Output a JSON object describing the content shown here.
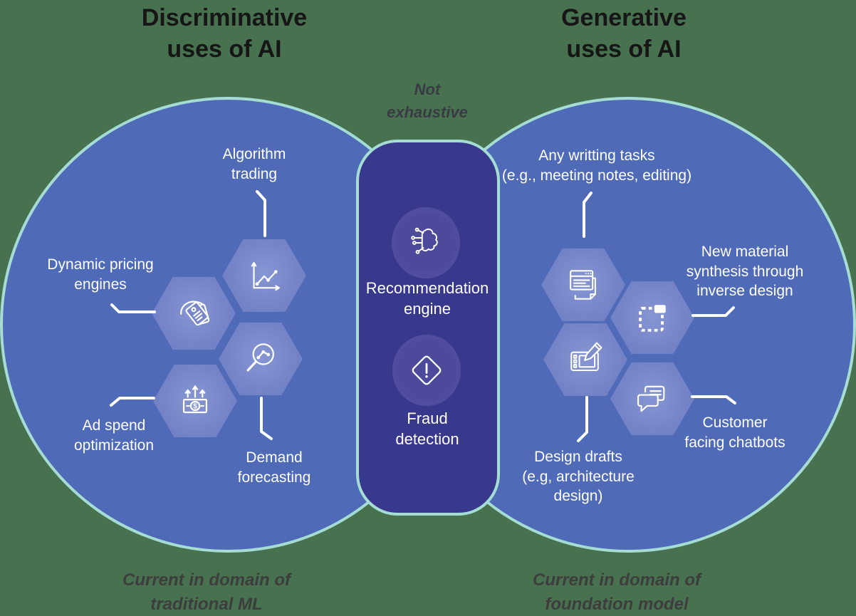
{
  "venn": {
    "left": {
      "title": "Discriminative\nuses of AI",
      "caption": "Current in domain of\ntraditional ML",
      "items": [
        {
          "label": "Algorithm\ntrading",
          "icon": "line-chart-icon"
        },
        {
          "label": "Dynamic pricing\nengines",
          "icon": "price-tags-icon"
        },
        {
          "label": "Ad spend\noptimization",
          "icon": "money-growth-icon"
        },
        {
          "label": "Demand\nforecasting",
          "icon": "trend-magnifier-icon"
        }
      ]
    },
    "right": {
      "title": "Generative\nuses of AI",
      "caption": "Current in domain of\nfoundation model",
      "items": [
        {
          "label": "Any writting tasks\n(e.g., meeting notes, editing)",
          "icon": "documents-icon"
        },
        {
          "label": "New material\nsynthesis through\ninverse design",
          "icon": "inverse-design-icon"
        },
        {
          "label": "Design drafts\n(e.g, architecture\ndesign)",
          "icon": "drawing-tablet-icon"
        },
        {
          "label": "Customer\nfacing chatbots",
          "icon": "chat-bubbles-icon"
        }
      ]
    },
    "intersection": {
      "note": "Not\nexhaustive",
      "items": [
        {
          "label": "Recommendation\nengine",
          "icon": "ai-brain-icon"
        },
        {
          "label": "Fraud\ndetection",
          "icon": "fraud-warning-icon"
        }
      ]
    }
  },
  "colors": {
    "background": "#47714F",
    "circle_fill": "#4F6AB7",
    "circle_border": "#A5DCD4",
    "intersection_fill": "#38388C",
    "hexagon_fill": "#7585C8",
    "blob_fill": "#4E4A9B",
    "label_text": "#FFFFFF",
    "title_text": "#161616",
    "annotation_text": "#3D3D3D"
  }
}
